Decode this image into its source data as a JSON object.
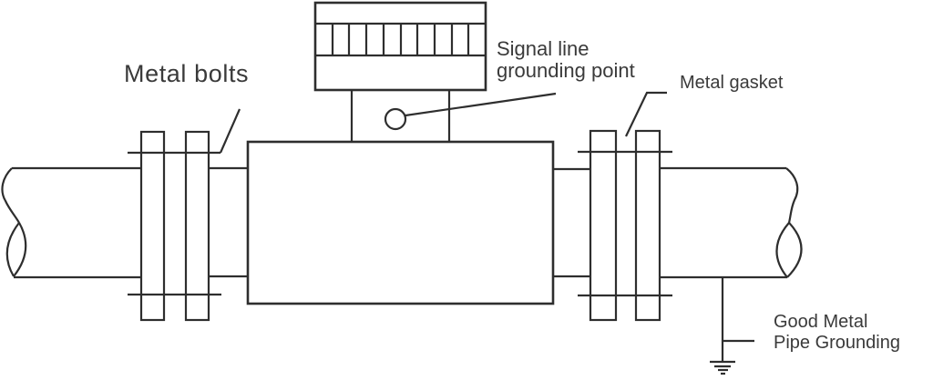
{
  "colors": {
    "line": "#2e2e2e",
    "text": "#3a3a3a",
    "background": "#ffffff"
  },
  "labels": {
    "metal_bolts": "Metal bolts",
    "signal_grounding": {
      "line1": "Signal line",
      "line2": "grounding point"
    },
    "metal_gasket": "Metal gasket",
    "pipe_grounding": {
      "line1": "Good Metal",
      "line2": "Pipe Grounding"
    }
  }
}
